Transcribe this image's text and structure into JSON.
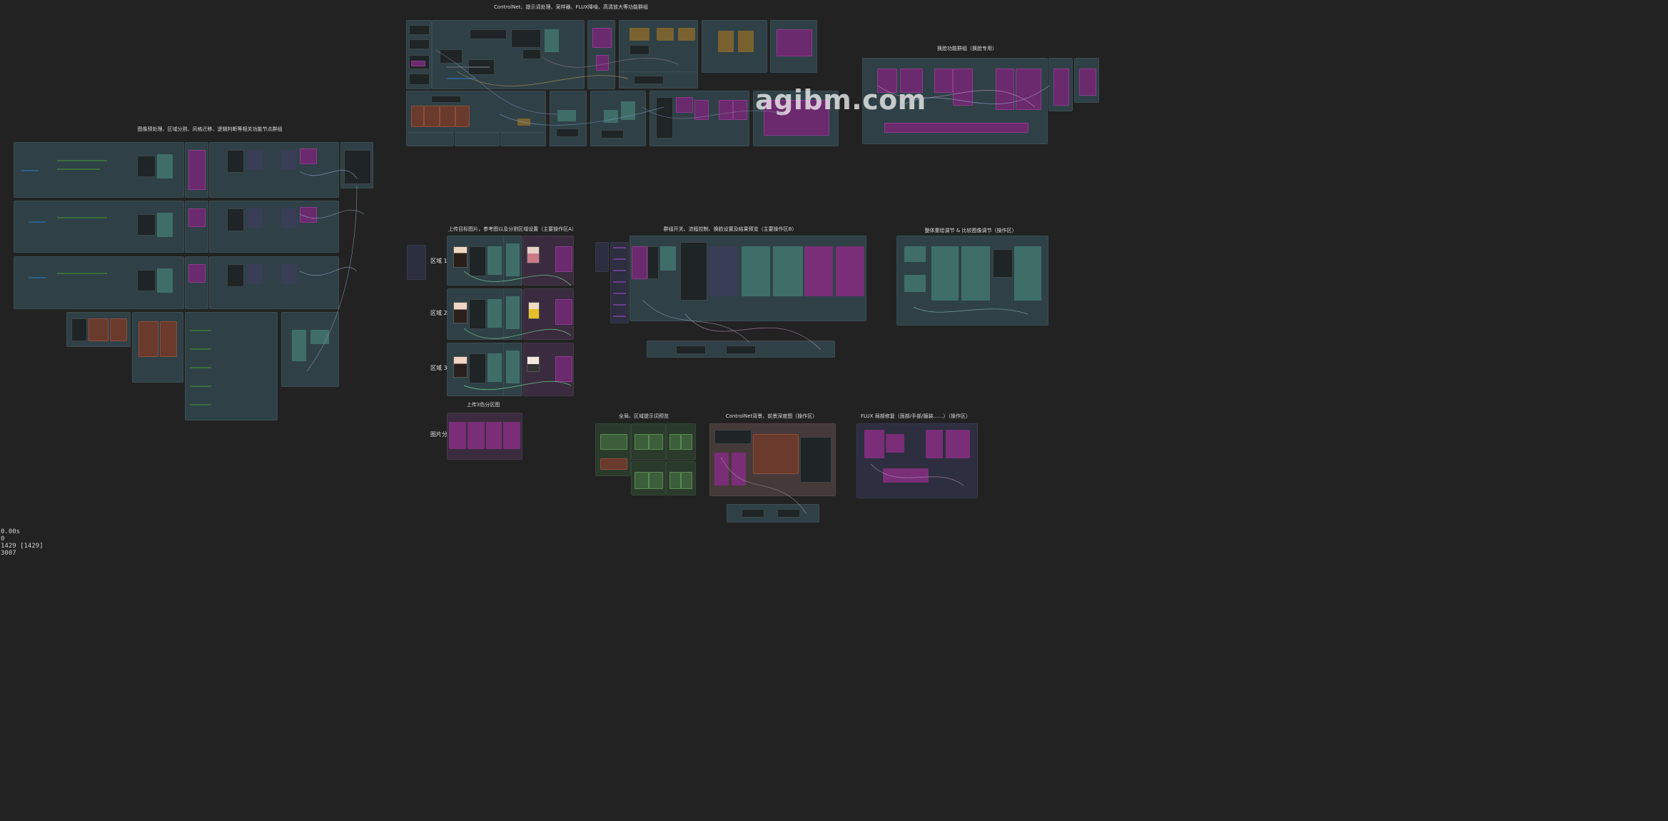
{
  "group_titles": {
    "top_controlnet": "ControlNet、提示词处理、采样器、FLUX降噪、高清放大等功能群组",
    "left_preprocess": "图像预处理、区域分割、风格迁移、逻辑判断等相关功能节点群组",
    "right_face": "换脸功能群组（换脸专用）",
    "upload_region": "上传目标图片，参考图以及分割区域设置（主要操作区A）",
    "switch_control": "群组开关、流程控制、换脸设置及结果预览（主要操作区B）",
    "overall_adjust": "整体重绘调节 & 比较图像调节（操作区）",
    "upload_partition": "上传3色分区图",
    "global_prompt": "全局、区域提示词预览",
    "controlnet_bg": "ControlNet背景、前景深度图（操作区）",
    "flux_repair": "FLUX 局部修复（面部/手部/服装……）（操作区）"
  },
  "regions": {
    "r1": "区域 1",
    "r2": "区域 2",
    "r3": "区域 3",
    "partition": "图片分区"
  },
  "watermark": "agibm.com",
  "status": {
    "time": "0.00s",
    "line2": "0",
    "nodes": "1429 [1429]",
    "line4": "3007"
  }
}
